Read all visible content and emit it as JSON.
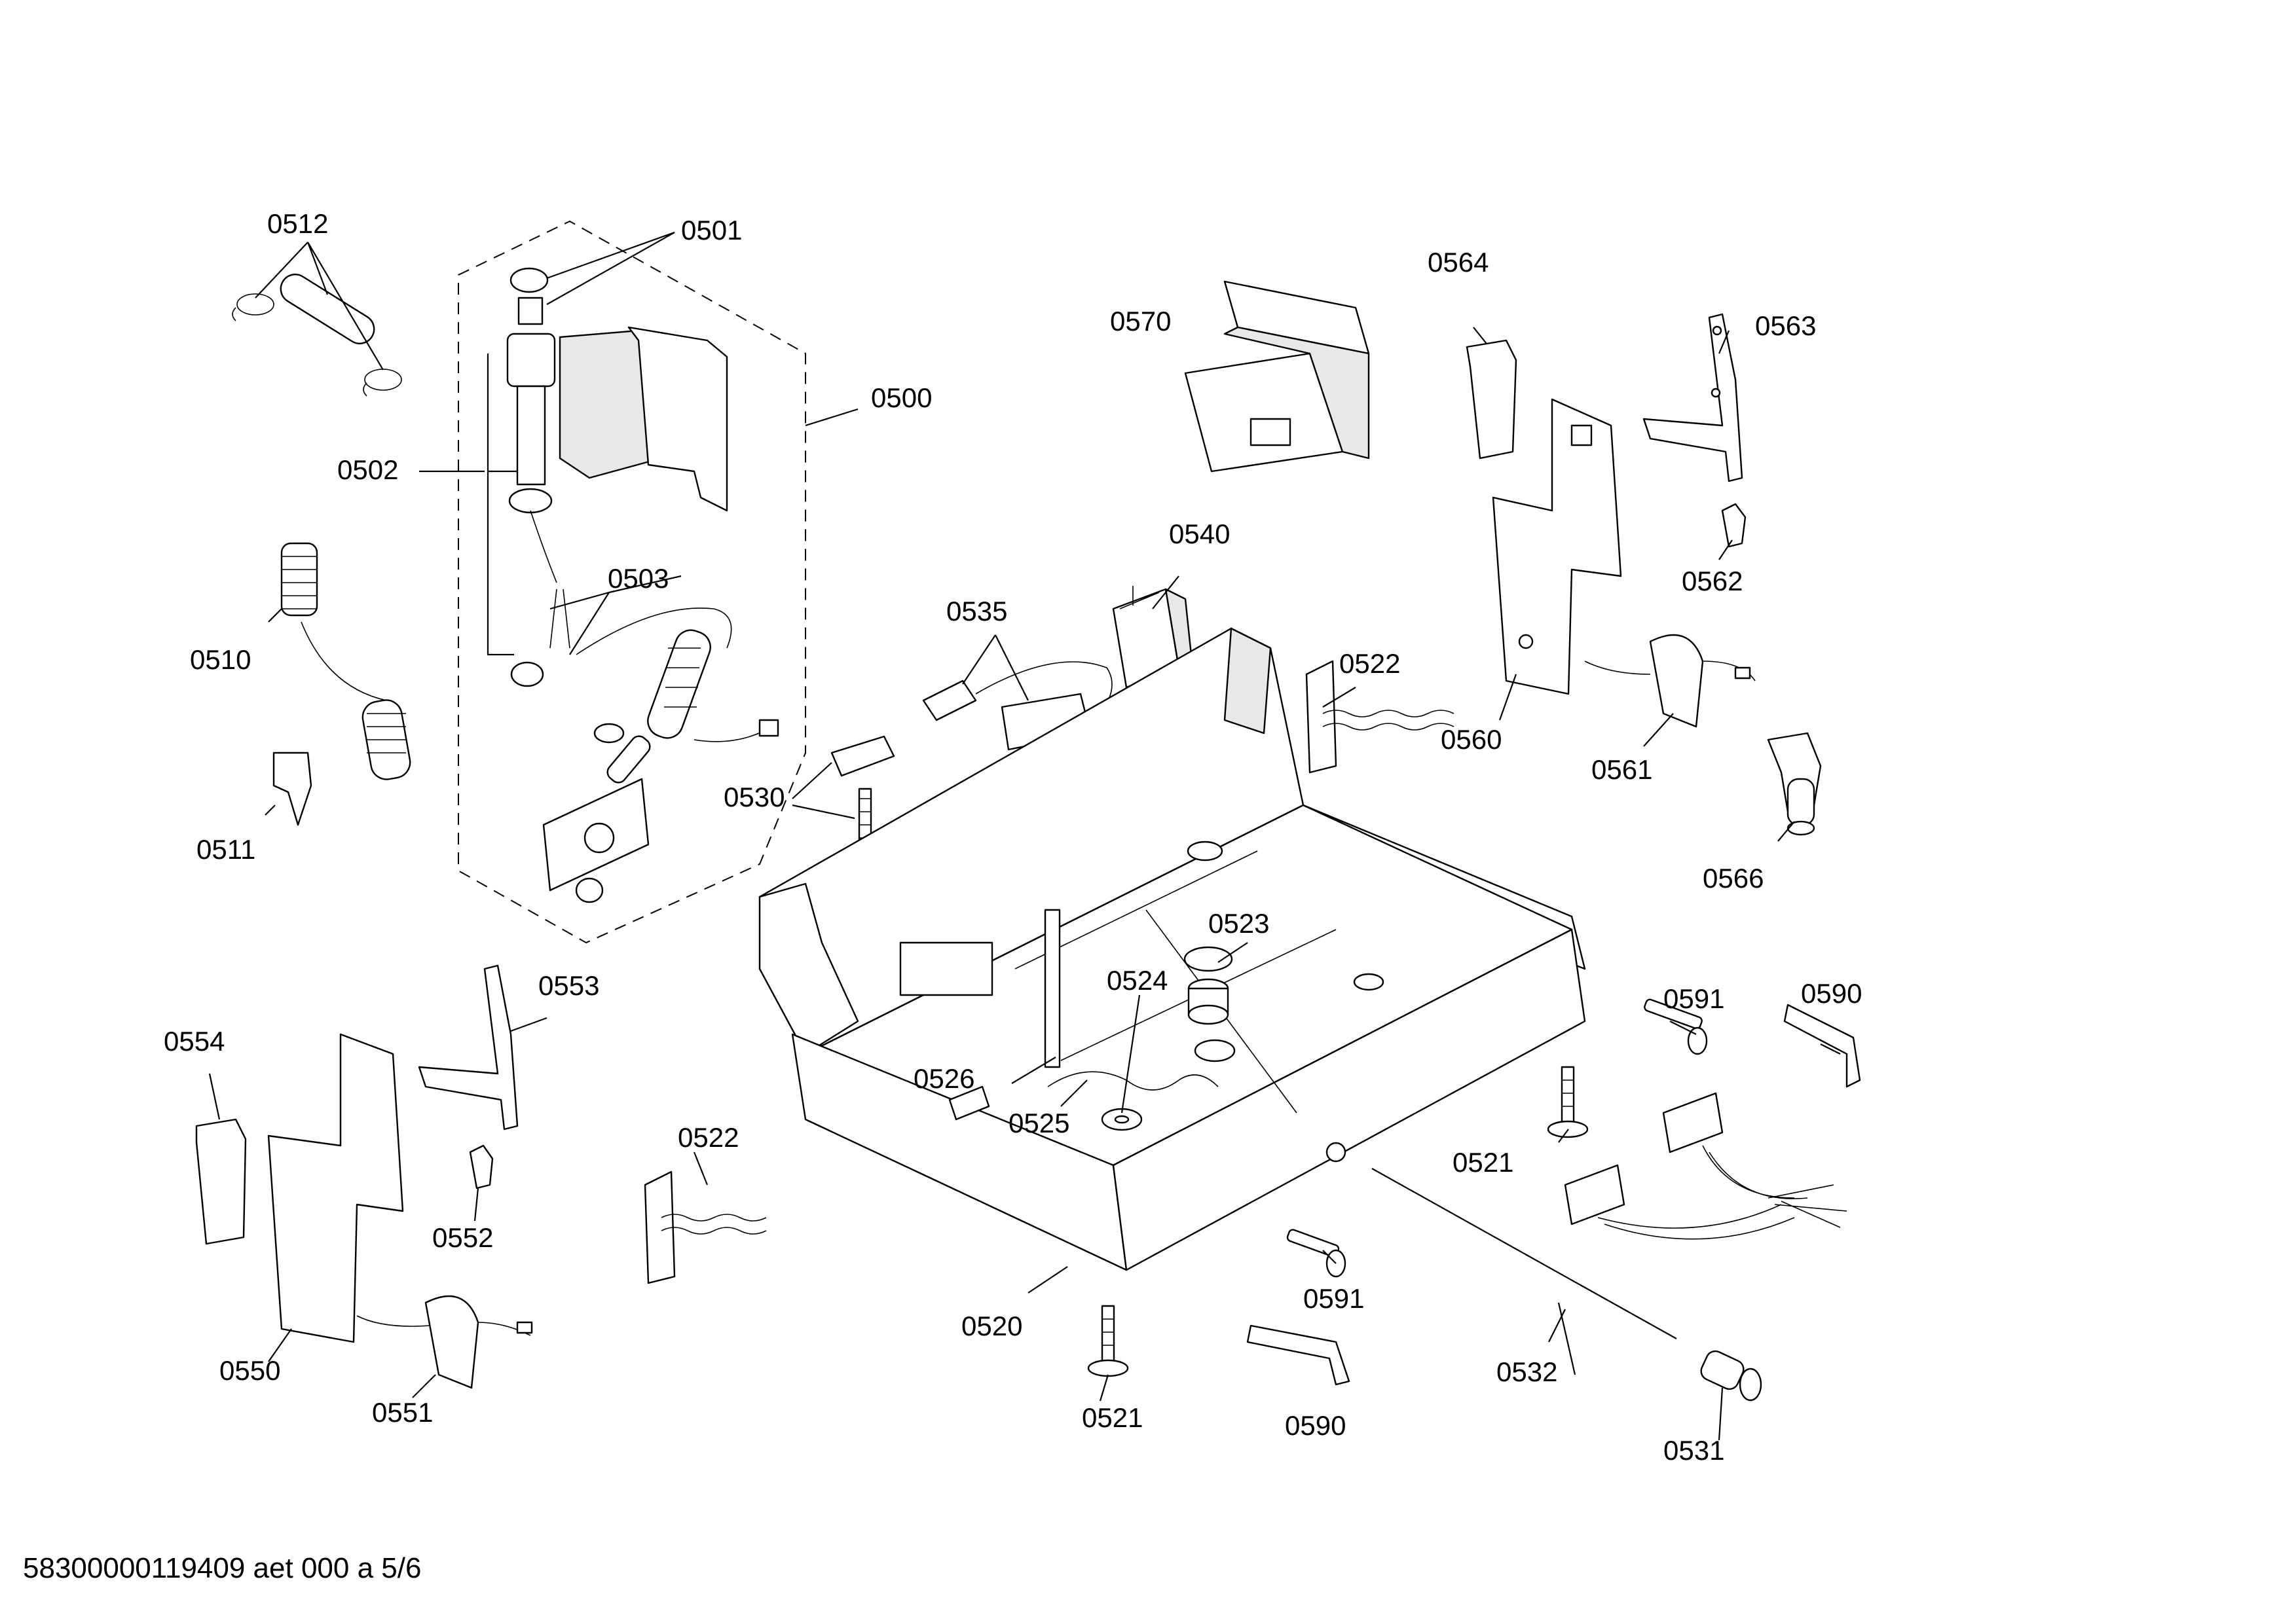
{
  "footer": {
    "document_code": "58300000119409 aet 000 a 5/6"
  },
  "callouts": {
    "c0500": "0500",
    "c0501": "0501",
    "c0502": "0502",
    "c0503": "0503",
    "c0510": "0510",
    "c0511": "0511",
    "c0512": "0512",
    "c0520": "0520",
    "c0521_a": "0521",
    "c0521_b": "0521",
    "c0522_a": "0522",
    "c0522_b": "0522",
    "c0523": "0523",
    "c0524": "0524",
    "c0525": "0525",
    "c0526": "0526",
    "c0530": "0530",
    "c0531": "0531",
    "c0532": "0532",
    "c0535": "0535",
    "c0540": "0540",
    "c0550": "0550",
    "c0551": "0551",
    "c0552": "0552",
    "c0553": "0553",
    "c0554": "0554",
    "c0560": "0560",
    "c0561": "0561",
    "c0562": "0562",
    "c0563": "0563",
    "c0564": "0564",
    "c0566": "0566",
    "c0570": "0570",
    "c0590_a": "0590",
    "c0590_b": "0590",
    "c0591_a": "0591",
    "c0591_b": "0591"
  }
}
